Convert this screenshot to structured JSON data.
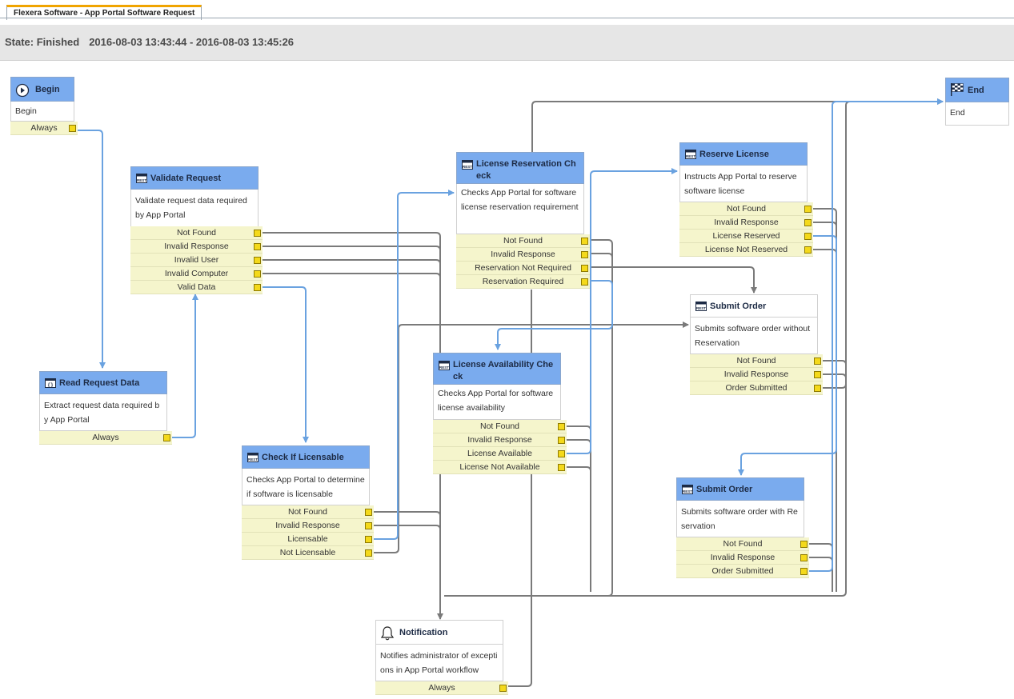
{
  "tab": {
    "title": "Flexera Software - App Portal Software Request"
  },
  "state": {
    "label": "State: Finished",
    "range": "2016-08-03 13:43:44 - 2016-08-03 13:45:26"
  },
  "colors": {
    "header_blue": "#7aabee",
    "port_bg": "#f5f5cc",
    "port_square": "#f4d91b",
    "wire_gray": "#7a7a7a",
    "wire_blue": "#6aa2e0",
    "state_bar": "#e6e6e6",
    "tab_accent": "#f0a400"
  },
  "nodes": {
    "begin": {
      "title": "Begin",
      "icon": "play-icon",
      "desc": "Begin",
      "ports": [
        "Always"
      ]
    },
    "validate": {
      "title": "Validate Request",
      "icon": "rest-icon",
      "desc": "Validate request data required by App Portal",
      "ports": [
        "Not Found",
        "Invalid Response",
        "Invalid User",
        "Invalid Computer",
        "Valid Data"
      ]
    },
    "read": {
      "title": "Read Request Data",
      "icon": "code-icon",
      "desc": "Extract request data required by App Portal",
      "ports": [
        "Always"
      ]
    },
    "licensable": {
      "title": "Check If Licensable",
      "icon": "rest-icon",
      "desc": "Checks App Portal to determine if software is licensable",
      "ports": [
        "Not Found",
        "Invalid Response",
        "Licensable",
        "Not Licensable"
      ]
    },
    "resv_check": {
      "title": "License Reservation Check",
      "icon": "rest-icon",
      "desc": "Checks App Portal for software license reservation requirement",
      "ports": [
        "Not Found",
        "Invalid Response",
        "Reservation Not Required",
        "Reservation Required"
      ]
    },
    "avail_check": {
      "title": "License Availability Check",
      "icon": "rest-icon",
      "desc": "Checks App Portal for software license availability",
      "ports": [
        "Not Found",
        "Invalid Response",
        "License Available",
        "License Not Available"
      ]
    },
    "reserve": {
      "title": "Reserve License",
      "icon": "rest-icon",
      "desc": "Instructs App Portal to reserve software license",
      "ports": [
        "Not Found",
        "Invalid Response",
        "License Reserved",
        "License Not Reserved"
      ]
    },
    "submit1": {
      "title": "Submit Order",
      "icon": "rest-icon",
      "desc": "Submits software order without Reservation",
      "ports": [
        "Not Found",
        "Invalid Response",
        "Order Submitted"
      ]
    },
    "submit2": {
      "title": "Submit Order",
      "icon": "rest-icon",
      "desc": "Submits software order with Reservation",
      "ports": [
        "Not Found",
        "Invalid Response",
        "Order Submitted"
      ]
    },
    "notification": {
      "title": "Notification",
      "icon": "bell-icon",
      "desc": "Notifies administrator of exceptions in App Portal workflow",
      "ports": [
        "Always"
      ]
    },
    "end": {
      "title": "End",
      "icon": "checkered-flag-icon",
      "desc": "End",
      "ports": []
    }
  }
}
